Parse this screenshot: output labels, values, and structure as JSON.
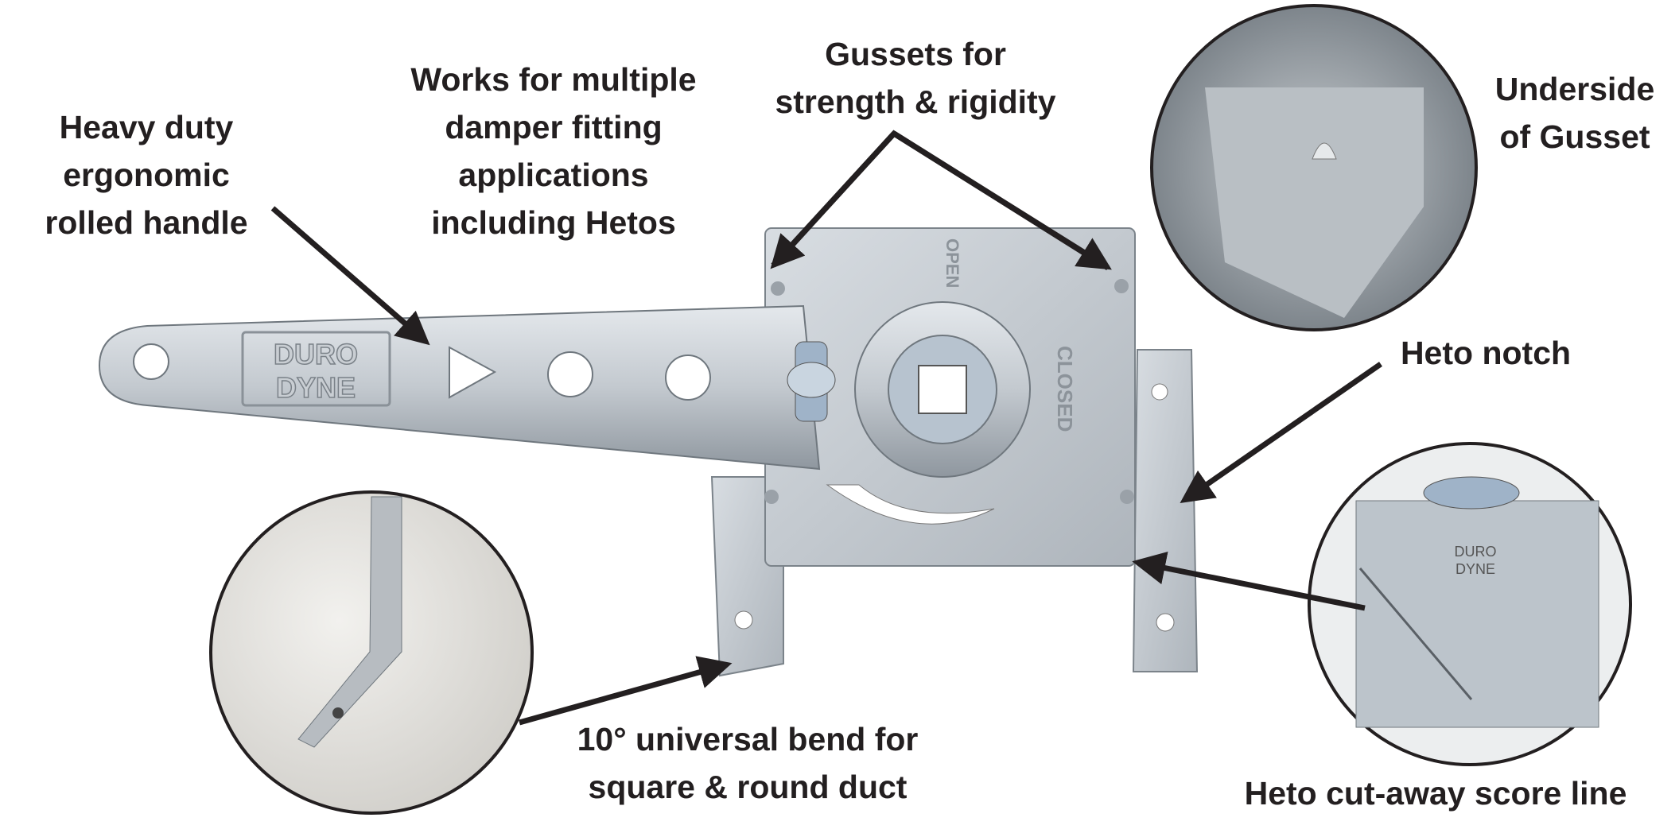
{
  "callouts": {
    "handle": "Heavy duty\nergonomic\nrolled handle",
    "multiple": "Works for multiple\ndamper fitting\napplications\nincluding Hetos",
    "gussets": "Gussets for\nstrength & rigidity",
    "underside": "Underside\nof Gusset",
    "notch": "Heto notch",
    "bend": "10° universal bend for\nsquare & round duct",
    "score": "Heto cut-away score line"
  },
  "stamps": {
    "brand_line1": "DURO",
    "brand_line2": "DYNE",
    "open": "OPEN",
    "closed": "CLOSED"
  },
  "colors": {
    "text": "#231f20",
    "metal": "#c9ced3",
    "metal_dark": "#8d949b",
    "arrow": "#231f20"
  }
}
